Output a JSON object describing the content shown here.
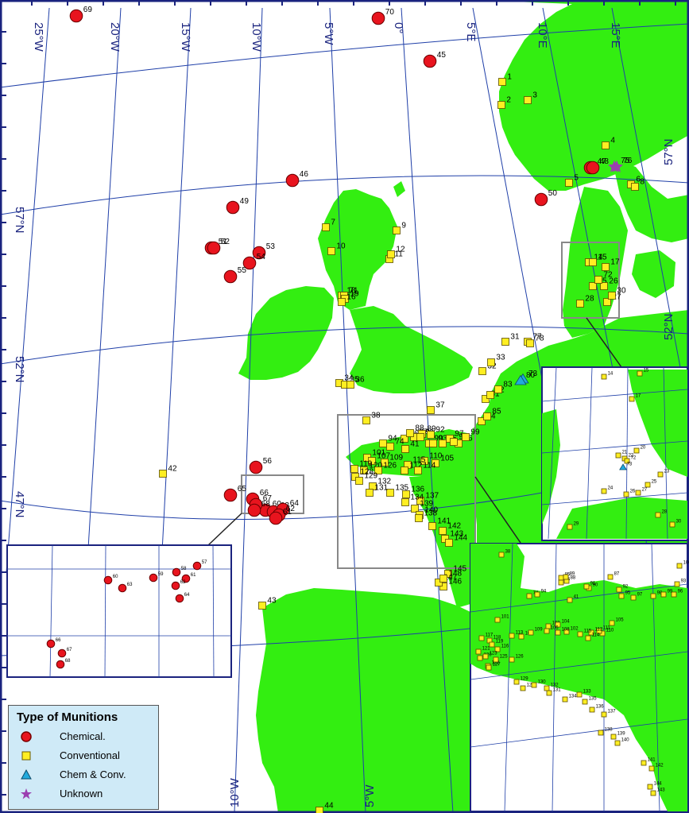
{
  "legend": {
    "title": "Type of Munitions",
    "items": [
      {
        "key": "chemical",
        "label": "Chemical.",
        "icon": "red-circle-icon",
        "color": "#e8141e"
      },
      {
        "key": "conventional",
        "label": "Conventional",
        "icon": "yellow-square-icon",
        "color": "#ffee22"
      },
      {
        "key": "chemconv",
        "label": "Chem & Conv.",
        "icon": "blue-triangle-icon",
        "color": "#22aadd"
      },
      {
        "key": "unknown",
        "label": "Unknown",
        "icon": "purple-star-icon",
        "color": "#9b3fb0"
      }
    ]
  },
  "colors": {
    "land": "#33ee11",
    "sea": "#ffffff",
    "grid": "#1f3fa8",
    "frame": "#1a237e",
    "inset_border": "#888888"
  },
  "graticule": {
    "longitude_labels": [
      "25°W",
      "20°W",
      "15°W",
      "10°W",
      "5°W",
      "0°",
      "5°E",
      "10°E",
      "15°E"
    ],
    "latitude_labels": [
      "57°N",
      "52°N",
      "47°N"
    ],
    "bottom_labels": [
      "10°W",
      "5°W"
    ]
  },
  "sites": {
    "chemical": [
      "69",
      "70",
      "45",
      "46",
      "49",
      "51",
      "52",
      "53",
      "54",
      "55",
      "47",
      "48",
      "50",
      "56",
      "60",
      "63",
      "64",
      "62",
      "61",
      "65",
      "66",
      "67",
      "68"
    ],
    "conventional": [
      "1",
      "2",
      "3",
      "4",
      "5",
      "6",
      "8",
      "7",
      "9",
      "10",
      "11",
      "12",
      "14",
      "15",
      "17",
      "25",
      "26",
      "27",
      "28",
      "30",
      "72",
      "18",
      "71",
      "19",
      "16",
      "31",
      "77",
      "78",
      "32",
      "33",
      "34",
      "35",
      "36",
      "37",
      "38",
      "42",
      "43",
      "44",
      "81",
      "82",
      "83",
      "84",
      "85",
      "86",
      "87",
      "88",
      "89",
      "90",
      "91",
      "92",
      "93",
      "94",
      "95",
      "96",
      "97",
      "98",
      "99",
      "74",
      "41",
      "101",
      "107",
      "109",
      "110",
      "115",
      "105",
      "112",
      "114",
      "119",
      "120",
      "126",
      "128",
      "129",
      "132",
      "135",
      "136",
      "137",
      "131",
      "134",
      "139",
      "140",
      "138",
      "141",
      "142",
      "143",
      "144",
      "145",
      "146",
      "147",
      "148"
    ],
    "chem_and_conv": [
      "73",
      "80"
    ],
    "unknown": [
      "75",
      "76"
    ]
  }
}
